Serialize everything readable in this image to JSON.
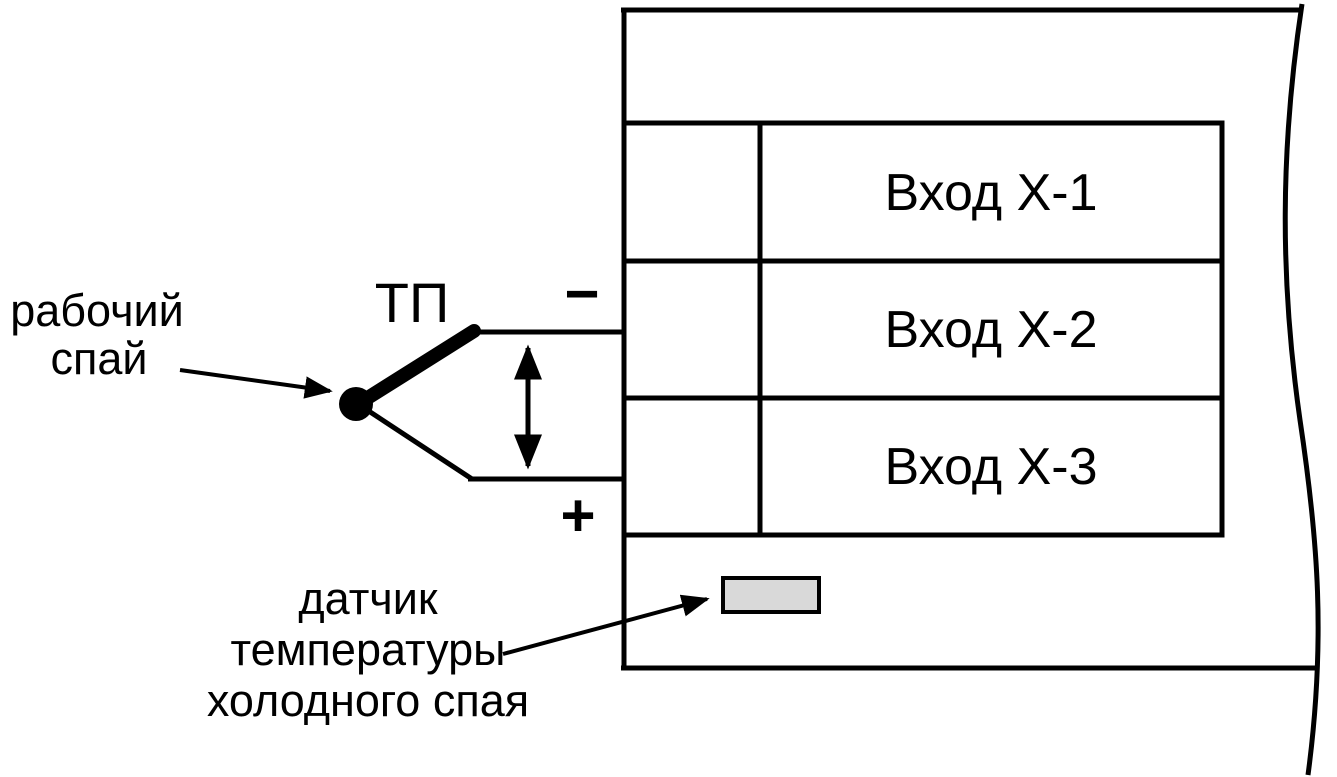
{
  "diagram": {
    "tp_label": "ТП",
    "minus_sign": "−",
    "plus_sign": "+",
    "working_junction_label": {
      "line1": "рабочий",
      "line2": "спай"
    },
    "cold_junction_label": {
      "line1": "датчик",
      "line2": "температуры",
      "line3": "холодного спая"
    },
    "inputs": [
      {
        "label": "Вход Х-1"
      },
      {
        "label": "Вход Х-2"
      },
      {
        "label": "Вход Х-3"
      }
    ],
    "colors": {
      "line": "#000000",
      "background": "#ffffff",
      "sensor_fill": "#d9d9d9"
    }
  }
}
